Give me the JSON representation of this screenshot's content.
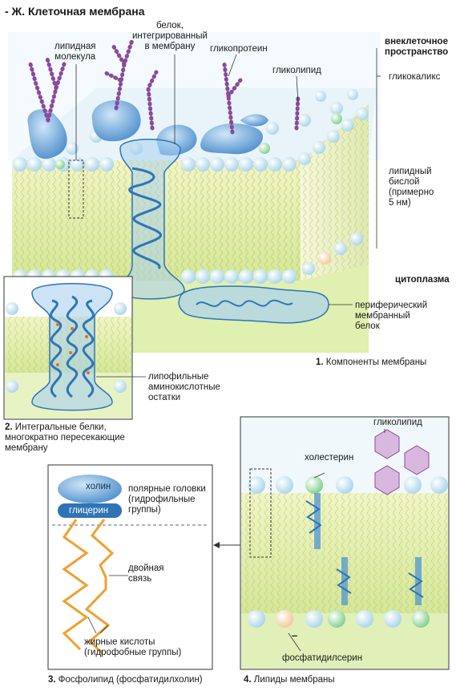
{
  "title": "- Ж. Клеточная мембрана",
  "panel1": {
    "lipid_molecule": [
      "липидная",
      "молекула"
    ],
    "integral_protein": [
      "белок,",
      "интегрированный",
      "в мембрану"
    ],
    "glycoprotein": "гликопротеин",
    "glycolipid": "гликолипид",
    "extracellular": [
      "внеклеточное",
      "пространство"
    ],
    "glycocalyx": "гликокаликс",
    "bilayer": [
      "липидный",
      "бислой",
      "(примерно",
      "5 нм)"
    ],
    "cytoplasm": "цитоплазма",
    "peripheral": [
      "периферический",
      "мембранный",
      "белок"
    ],
    "caption_num": "1.",
    "caption": "Компоненты мембраны"
  },
  "panel2": {
    "lipophilic": [
      "липофильные",
      "аминокислотные",
      "остатки"
    ],
    "caption_num": "2.",
    "caption": [
      "Интегральные белки,",
      "многократно пересекающие",
      "мембрану"
    ]
  },
  "panel3": {
    "choline": "холин",
    "glycerol": "глицерин",
    "polar_heads": [
      "полярные головки",
      "(гидрофильные",
      "группы)"
    ],
    "double_bond": [
      "двойная",
      "связь"
    ],
    "fatty_acids": [
      "жирные кислоты",
      "(гидрофобные группы)"
    ],
    "caption_num": "3.",
    "caption": "Фосфолипид (фосфатидилхолин)"
  },
  "panel4": {
    "glycolipid": "гликолипид",
    "cholesterol": "холестерин",
    "phosphatidylserine": "фосфатидилсерин",
    "minus": "–",
    "caption_num": "4.",
    "caption": "Липиды мембраны"
  },
  "colors": {
    "head": "#d6ecf6",
    "bilayer": "#e4f0b8",
    "protein": "#5a9ad0",
    "sugar": "#8a4a9a",
    "fatty_acid": "#f0a030",
    "glycolipid_hex": "#d9b8e0"
  }
}
